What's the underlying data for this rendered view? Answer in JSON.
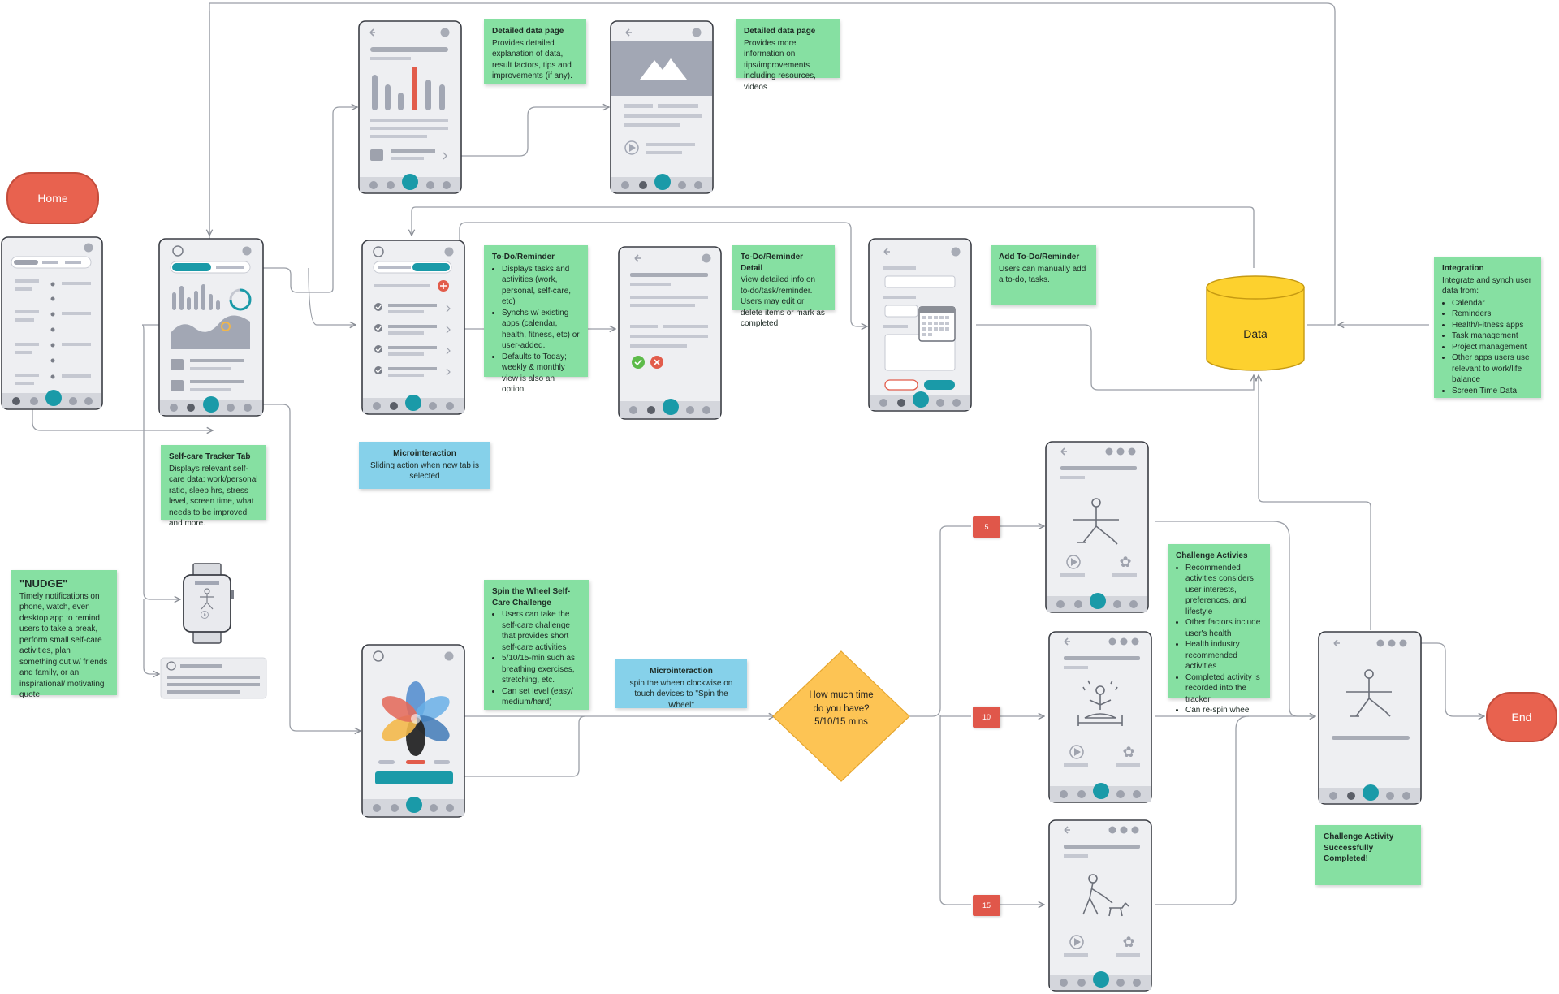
{
  "terminals": {
    "start": "Home",
    "end": "End"
  },
  "datastore": {
    "label": "Data"
  },
  "decision": {
    "text": "How much time do you have? 5/10/15 mins"
  },
  "time_badges": [
    "5",
    "10",
    "15"
  ],
  "notes": {
    "detailed_data_1": {
      "title": "Detailed data page",
      "body": "Provides detailed explanation of data, result factors, tips and improvements (if any)."
    },
    "detailed_data_2": {
      "title": "Detailed data page",
      "body": "Provides more information on tips/improvements including resources, videos"
    },
    "todo": {
      "title": "To-Do/Reminder",
      "bullets": [
        "Displays tasks and activities (work, personal, self-care, etc)",
        "Synchs w/ existing apps (calendar, health, fitness, etc) or user-added.",
        "Defaults to Today; weekly & monthly view is also an option."
      ]
    },
    "todo_detail": {
      "title": "To-Do/Reminder Detail",
      "body": "View detailed info on to-do/task/reminder. Users may edit or delete items or mark as completed"
    },
    "add_todo": {
      "title": "Add To-Do/Reminder",
      "body": "Users can manually add a to-do, tasks."
    },
    "integration": {
      "title": "Integration",
      "body": "Integrate and synch user data from:",
      "bullets": [
        "Calendar",
        "Reminders",
        "Health/Fitness apps",
        "Task management",
        "Project management",
        "Other apps users use relevant to work/life balance",
        "Screen Time Data"
      ]
    },
    "tracker": {
      "title": "Self-care Tracker Tab",
      "body": "Displays relevant self-care data: work/personal ratio, sleep hrs, stress level, screen time, what needs to be improved, and more."
    },
    "nudge": {
      "title": "\"NUDGE\"",
      "body": "Timely notifications on phone, watch, even desktop app to remind users to take a break, perform small self-care activities, plan something out w/ friends and family, or an inspirational/ motivating quote"
    },
    "micro_1": {
      "title": "Microinteraction",
      "body": "Sliding action when new tab is selected"
    },
    "spin": {
      "title": "Spin the Wheel Self-Care Challenge",
      "bullets": [
        "Users can take the self-care challenge that provides short self-care activities",
        "5/10/15-min such as breathing exercises, stretching, etc.",
        "Can set level (easy/ medium/hard)"
      ]
    },
    "micro_2": {
      "title": "Microinteraction",
      "body": "spin the wheen clockwise on touch devices to \"Spin the Wheel\""
    },
    "challenge": {
      "title": "Challenge Activies",
      "bullets": [
        "Recommended activities considers user interests, preferences, and lifestyle",
        "Other factors include user's health",
        "Health industry recommended activities",
        "Completed activity is recorded into the tracker",
        "Can re-spin wheel"
      ]
    },
    "completed": {
      "title": "Challenge Activity Successfully Completed!"
    }
  },
  "colors": {
    "teal": "#1a9aa8",
    "sticky_green": "#86e0a2",
    "sticky_blue": "#86d1ea",
    "terminal_red": "#e8624f",
    "decision_yellow": "#fdc454",
    "database_yellow": "#fdd12e",
    "badge_red": "#e0574a",
    "bar_red": "#e25c4b",
    "phone_gray": "#eeeff2",
    "wire_gray": "#b8bcc8"
  },
  "icons": [
    "back-arrow-icon",
    "mountain-image-icon",
    "play-icon",
    "check-icon",
    "plus-icon",
    "calendar-icon",
    "yoga-figure-icon",
    "meditation-figure-icon",
    "dog-walk-figure-icon",
    "flower-icon",
    "watch-icon",
    "spin-wheel-icon"
  ]
}
